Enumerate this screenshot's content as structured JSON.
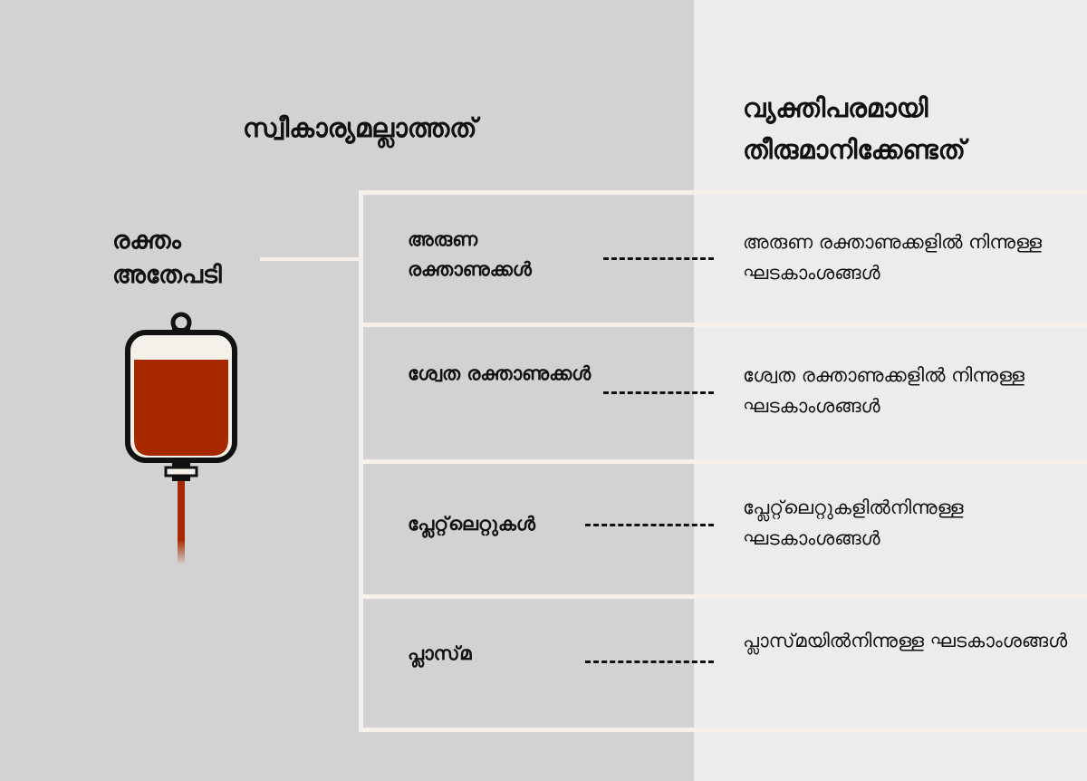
{
  "columns": {
    "not_acceptable": "സ്വീകാര്യമല്ലാത്തത്",
    "personal_decision": "വ്യക്തിപരമായി തീരുമാനിക്കേണ്ടത്"
  },
  "whole_blood": "രക്തം അതേപടി",
  "rows": [
    {
      "component": "അരുണ രക്താണുക്കൾ",
      "fractions": "അരുണ രക്താണുക്കളിൽ നിന്നുള്ള ഘടകാംശങ്ങൾ"
    },
    {
      "component": "ശ്വേത രക്താണുക്കൾ",
      "fractions": "ശ്വേത രക്താണുക്കളിൽ നിന്നുള്ള ഘടകാംശങ്ങൾ"
    },
    {
      "component": "പ്ലേറ്റ്‌ലെറ്റുകൾ",
      "fractions": "പ്ലേറ്റ്‌ലെറ്റുകളിൽനിന്നുള്ള ഘടകാംശങ്ങൾ"
    },
    {
      "component": "പ്ലാസ്‌മ",
      "fractions": "പ്ലാസ്‌മയിൽനിന്നുള്ള ഘടകാംശങ്ങൾ"
    }
  ],
  "icons": {
    "blood_bag": "blood-bag-icon"
  },
  "colors": {
    "left_background": "#d2d2d2",
    "right_background": "#ececec",
    "lines": "#f5f1ea",
    "blood": "#a82800"
  }
}
